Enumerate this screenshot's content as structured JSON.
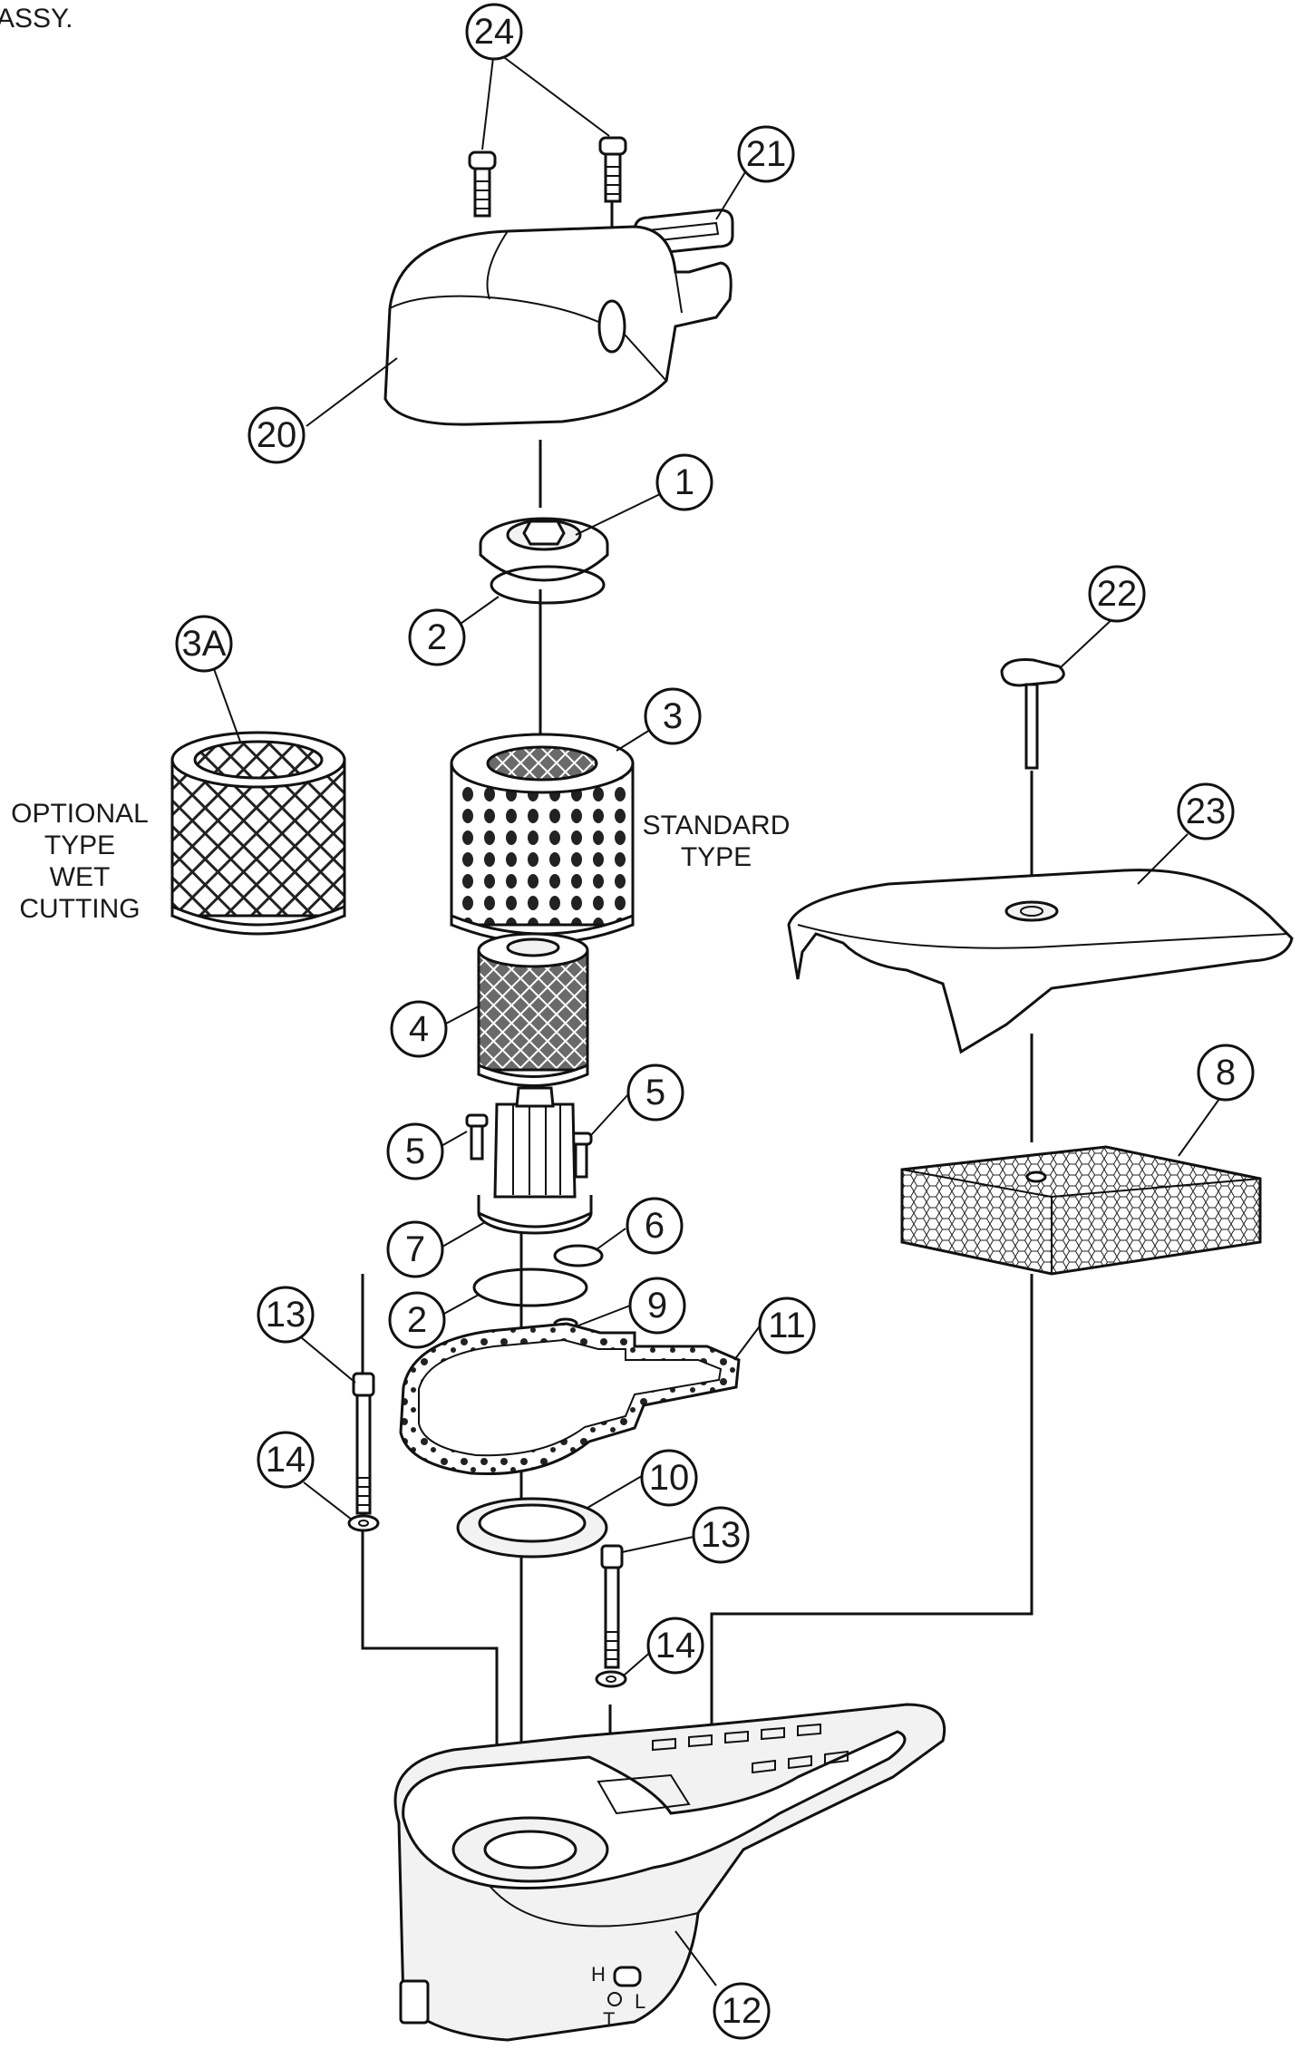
{
  "header": {
    "fragment": "ASSY."
  },
  "notes": {
    "optional": [
      "OPTIONAL",
      "TYPE",
      "WET",
      "CUTTING"
    ],
    "standard": [
      "STANDARD",
      "TYPE"
    ]
  },
  "markings": {
    "h": "H",
    "l": "L",
    "t": "T"
  },
  "callouts": [
    {
      "id": "c24",
      "label": "24"
    },
    {
      "id": "c21",
      "label": "21"
    },
    {
      "id": "c20",
      "label": "20"
    },
    {
      "id": "c1",
      "label": "1"
    },
    {
      "id": "c2a",
      "label": "2"
    },
    {
      "id": "c3a",
      "label": "3A"
    },
    {
      "id": "c3",
      "label": "3"
    },
    {
      "id": "c22",
      "label": "22"
    },
    {
      "id": "c23",
      "label": "23"
    },
    {
      "id": "c4",
      "label": "4"
    },
    {
      "id": "c5a",
      "label": "5"
    },
    {
      "id": "c5b",
      "label": "5"
    },
    {
      "id": "c8",
      "label": "8"
    },
    {
      "id": "c6",
      "label": "6"
    },
    {
      "id": "c7",
      "label": "7"
    },
    {
      "id": "c2b",
      "label": "2"
    },
    {
      "id": "c9",
      "label": "9"
    },
    {
      "id": "c11",
      "label": "11"
    },
    {
      "id": "c13a",
      "label": "13"
    },
    {
      "id": "c14a",
      "label": "14"
    },
    {
      "id": "c10",
      "label": "10"
    },
    {
      "id": "c13b",
      "label": "13"
    },
    {
      "id": "c14b",
      "label": "14"
    },
    {
      "id": "c12",
      "label": "12"
    }
  ]
}
